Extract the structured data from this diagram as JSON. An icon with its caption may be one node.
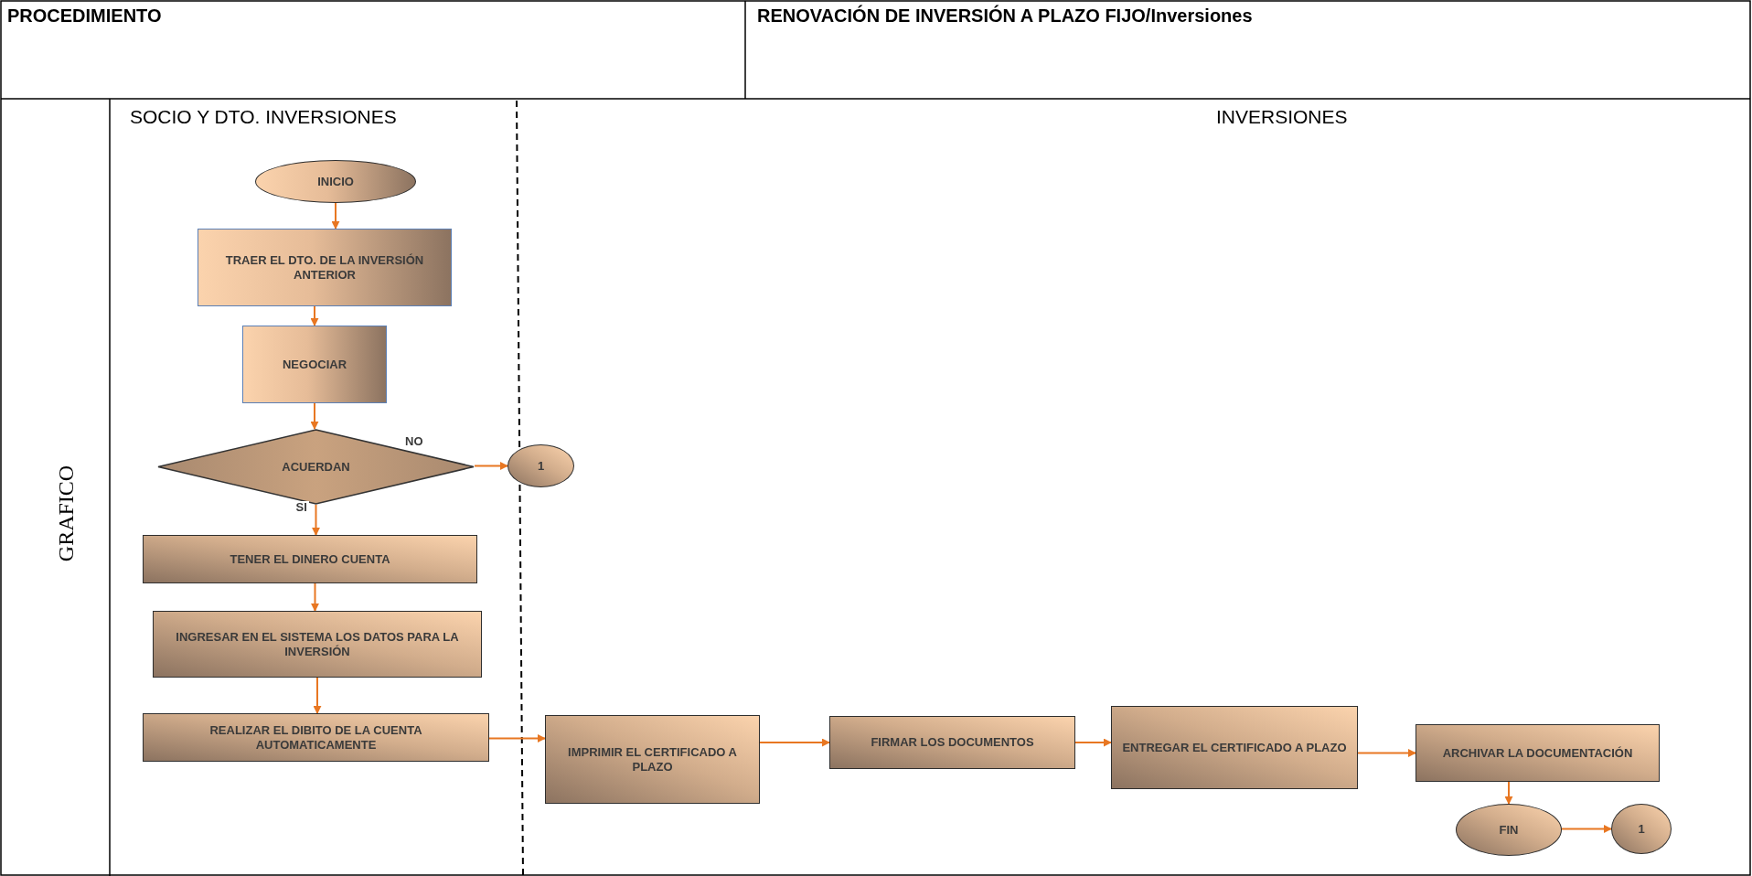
{
  "diagram": {
    "nodes": [
      {
        "text": [
          "INICIO"
        ]
      },
      {
        "text": [
          "TRAER EL DTO. DE LA INVERSIÓN ANTERIOR"
        ]
      },
      {
        "text": [
          "NEGOCIAR"
        ]
      },
      {
        "text": [
          "ACUERDAN"
        ]
      },
      {
        "text": [
          "1"
        ]
      },
      {
        "text": [
          "TENER EL DINERO CUENTA"
        ]
      },
      {
        "text": [
          "INGRESAR EN EL SISTEMA LOS DATOS PARA LA INVERSIÓN"
        ]
      },
      {
        "text": [
          "REALIZAR EL DIBITO DE LA CUENTA AUTOMATICAMENTE"
        ]
      },
      {
        "text": [
          "IMPRIMIR EL CERTIFICADO A PLAZO"
        ]
      },
      {
        "text": [
          "FIRMAR LOS DOCUMENTOS"
        ]
      },
      {
        "text": [
          "ENTREGAR EL CERTIFICADO A PLAZO"
        ]
      },
      {
        "text": [
          "ARCHIVAR LA DOCUMENTACIÓN"
        ]
      },
      {
        "text": [
          "FIN"
        ]
      },
      {
        "text": [
          "1"
        ]
      }
    ],
    "edges": [
      {
        "from": 0,
        "to": 1,
        "arrow": "to"
      },
      {
        "from": 1,
        "to": 2,
        "arrow": "to"
      },
      {
        "from": 2,
        "to": 3,
        "arrow": "to"
      },
      {
        "from": 3,
        "to": 4,
        "arrow": "to",
        "label": "NO"
      },
      {
        "from": 3,
        "to": 5,
        "arrow": "to",
        "label": "SI"
      },
      {
        "from": 5,
        "to": 6,
        "arrow": "to"
      },
      {
        "from": 6,
        "to": 7,
        "arrow": "to"
      },
      {
        "from": 7,
        "to": 8,
        "arrow": "to"
      },
      {
        "from": 8,
        "to": 9,
        "arrow": "to"
      },
      {
        "from": 9,
        "to": 10,
        "arrow": "to"
      },
      {
        "from": 10,
        "to": 11,
        "arrow": "to"
      },
      {
        "from": 11,
        "to": 12,
        "arrow": "to"
      },
      {
        "from": 12,
        "to": 13,
        "arrow": "to"
      }
    ],
    "labels": [
      "PROCEDIMIENTO",
      "RENOVACIÓN DE INVERSIÓN A PLAZO FIJO/Inversiones",
      "GRAFICO",
      "SOCIO Y DTO. INVERSIONES",
      "INVERSIONES"
    ]
  }
}
